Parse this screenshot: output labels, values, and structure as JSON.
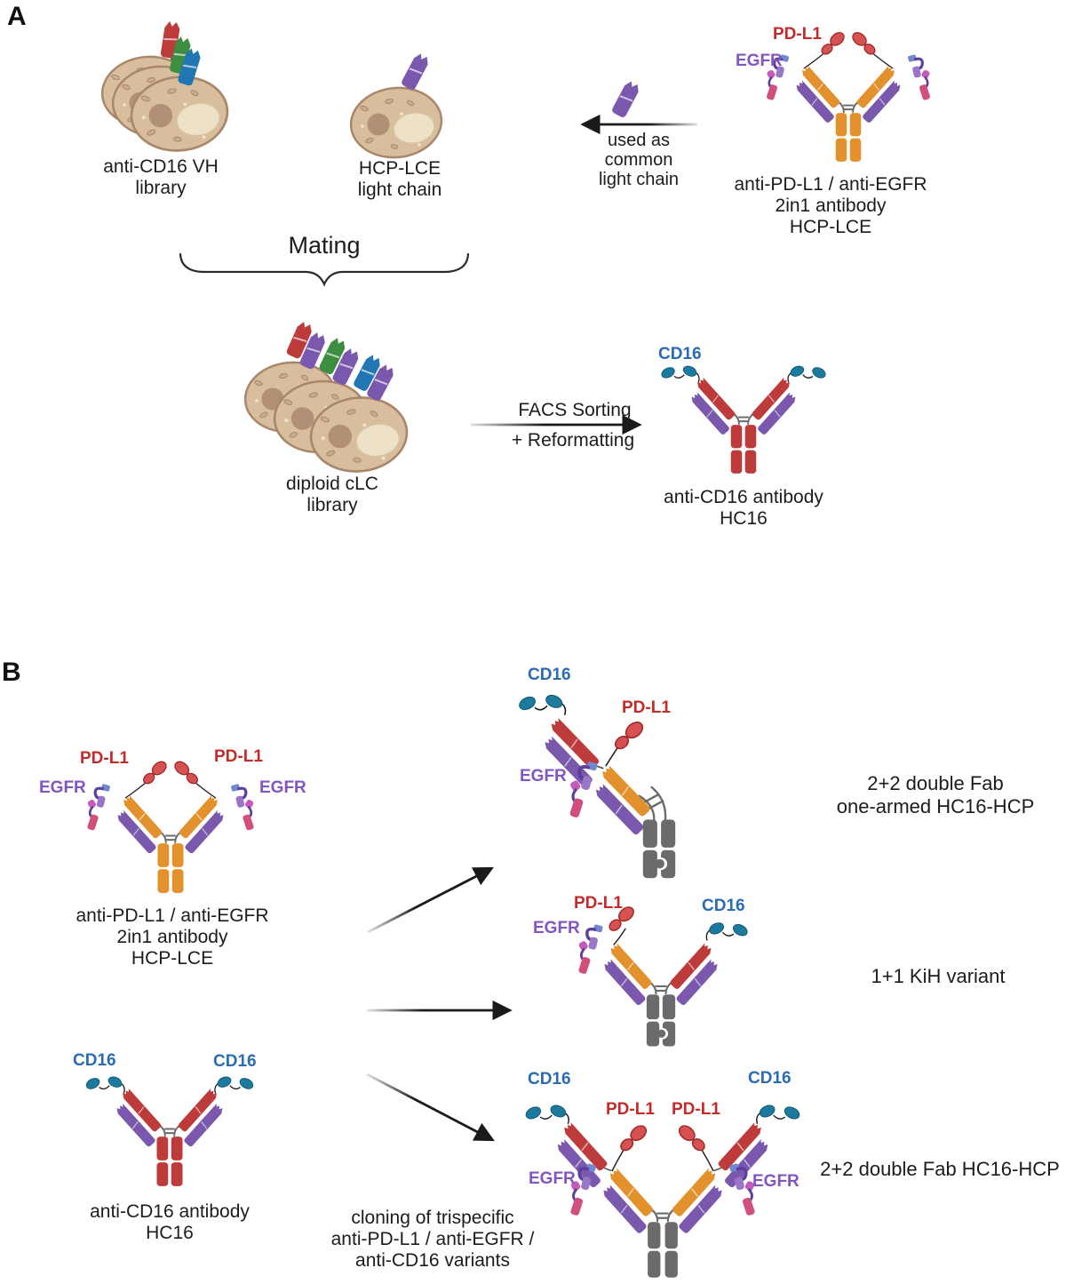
{
  "figure": {
    "panelA": {
      "label": "A",
      "library_caption": {
        "l1": "anti-CD16 VH",
        "l2": "library"
      },
      "hcp_cell_caption": {
        "l1": "HCP-LCE",
        "l2": "light chain"
      },
      "common_lc_note": {
        "l1": "used as",
        "l2": "common",
        "l3": "light chain"
      },
      "mating_label": "Mating",
      "ab_2in1_caption": {
        "l1": "anti-PD-L1 / anti-EGFR",
        "l2": "2in1 antibody",
        "l3": "HCP-LCE"
      },
      "diploid_caption": {
        "l1": "diploid cLC",
        "l2": "library"
      },
      "facs_arrow": {
        "l1": "FACS Sorting",
        "l2": "+ Reformatting"
      },
      "ab_cd16_caption": {
        "l1": "anti-CD16 antibody",
        "l2": "HC16"
      }
    },
    "panelB": {
      "label": "B",
      "ab_2in1_caption": {
        "l1": "anti-PD-L1 / anti-EGFR",
        "l2": "2in1 antibody",
        "l3": "HCP-LCE"
      },
      "ab_cd16_caption": {
        "l1": "anti-CD16 antibody",
        "l2": "HC16"
      },
      "cloning_note": {
        "l1": "cloning of trispecific",
        "l2": "anti-PD-L1 / anti-EGFR /",
        "l3": "anti-CD16 variants"
      },
      "variant1_caption": {
        "l1": "2+2 double Fab",
        "l2": "one-armed HC16-HCP"
      },
      "variant2_caption": "1+1 KiH variant",
      "variant3_caption": "2+2 double Fab HC16-HCP"
    },
    "antigens": {
      "pdl1": "PD-L1",
      "egfr": "EGFR",
      "cd16": "CD16"
    },
    "colors": {
      "heavy_chain_orange": "#E2912D",
      "heavy_chain_red": "#BE3B3B",
      "light_chain_purple": "#7A58AE",
      "fc_gray": "#6B6B6B",
      "cd16_teal": "#1C7A9E",
      "pdl1_red": "#D65252",
      "vh_green": "#3E8E41",
      "vh_blue": "#2176B4",
      "pdl1_label": "#C42A2A",
      "egfr_label": "#8355C0",
      "cd16_label": "#2A6CB3",
      "cell_body": "#D9BE9E"
    }
  }
}
